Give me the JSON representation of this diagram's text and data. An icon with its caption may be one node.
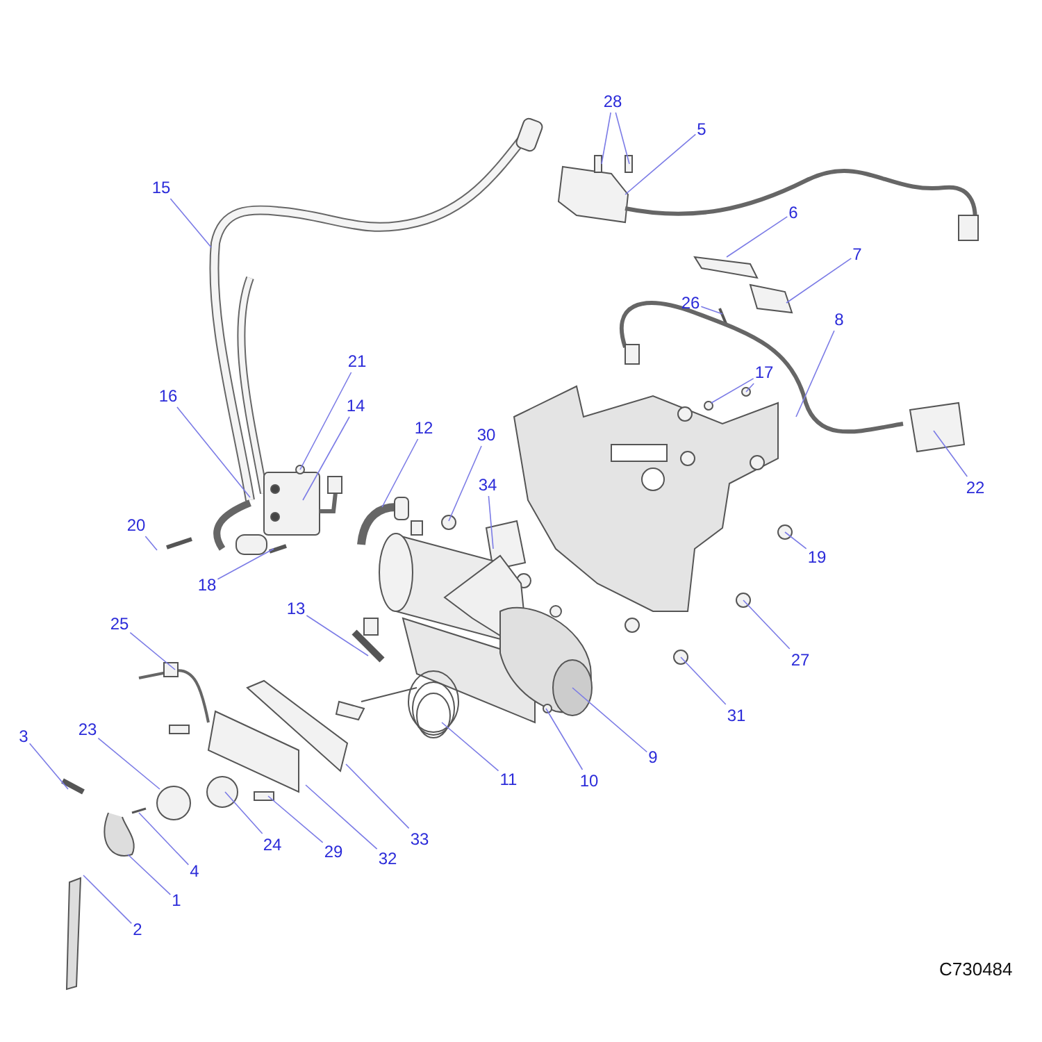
{
  "diagram": {
    "nodes": [
      {
        "text": [
          "28"
        ]
      },
      {
        "text": [
          "5"
        ]
      },
      {
        "text": [
          "15"
        ]
      },
      {
        "text": [
          "6"
        ]
      },
      {
        "text": [
          "7"
        ]
      },
      {
        "text": [
          "26"
        ]
      },
      {
        "text": [
          "8"
        ]
      },
      {
        "text": [
          "21"
        ]
      },
      {
        "text": [
          "17"
        ]
      },
      {
        "text": [
          "16"
        ]
      },
      {
        "text": [
          "14"
        ]
      },
      {
        "text": [
          "12"
        ]
      },
      {
        "text": [
          "30"
        ]
      },
      {
        "text": [
          "22"
        ]
      },
      {
        "text": [
          "34"
        ]
      },
      {
        "text": [
          "20"
        ]
      },
      {
        "text": [
          "19"
        ]
      },
      {
        "text": [
          "18"
        ]
      },
      {
        "text": [
          "13"
        ]
      },
      {
        "text": [
          "25"
        ]
      },
      {
        "text": [
          "27"
        ]
      },
      {
        "text": [
          "9"
        ]
      },
      {
        "text": [
          "31"
        ]
      },
      {
        "text": [
          "11"
        ]
      },
      {
        "text": [
          "10"
        ]
      },
      {
        "text": [
          "33"
        ]
      },
      {
        "text": [
          "32"
        ]
      },
      {
        "text": [
          "29"
        ]
      },
      {
        "text": [
          "23"
        ]
      },
      {
        "text": [
          "24"
        ]
      },
      {
        "text": [
          "3"
        ]
      },
      {
        "text": [
          "4"
        ]
      },
      {
        "text": [
          "1"
        ]
      },
      {
        "text": [
          "2"
        ]
      }
    ],
    "edges": [
      {
        "from": 0,
        "to": null,
        "arrow": "none"
      },
      {
        "from": 0,
        "to": null,
        "arrow": "none"
      },
      {
        "from": 1,
        "to": null,
        "arrow": "none"
      },
      {
        "from": 2,
        "to": null,
        "arrow": "none"
      },
      {
        "from": 3,
        "to": null,
        "arrow": "none"
      },
      {
        "from": 4,
        "to": null,
        "arrow": "none"
      },
      {
        "from": 5,
        "to": null,
        "arrow": "none"
      },
      {
        "from": 6,
        "to": null,
        "arrow": "none"
      },
      {
        "from": 7,
        "to": null,
        "arrow": "none"
      },
      {
        "from": 8,
        "to": null,
        "arrow": "none"
      },
      {
        "from": 8,
        "to": null,
        "arrow": "none"
      },
      {
        "from": 9,
        "to": null,
        "arrow": "none"
      },
      {
        "from": 10,
        "to": null,
        "arrow": "none"
      },
      {
        "from": 11,
        "to": null,
        "arrow": "none"
      },
      {
        "from": 12,
        "to": null,
        "arrow": "none"
      },
      {
        "from": 13,
        "to": null,
        "arrow": "none"
      },
      {
        "from": 14,
        "to": null,
        "arrow": "none"
      },
      {
        "from": 15,
        "to": null,
        "arrow": "none"
      },
      {
        "from": 16,
        "to": null,
        "arrow": "none"
      },
      {
        "from": 17,
        "to": null,
        "arrow": "none"
      },
      {
        "from": 18,
        "to": null,
        "arrow": "none"
      },
      {
        "from": 19,
        "to": null,
        "arrow": "none"
      },
      {
        "from": 20,
        "to": null,
        "arrow": "none"
      },
      {
        "from": 21,
        "to": null,
        "arrow": "none"
      },
      {
        "from": 22,
        "to": null,
        "arrow": "none"
      },
      {
        "from": 23,
        "to": null,
        "arrow": "none"
      },
      {
        "from": 24,
        "to": null,
        "arrow": "none"
      },
      {
        "from": 25,
        "to": null,
        "arrow": "none"
      },
      {
        "from": 26,
        "to": null,
        "arrow": "none"
      },
      {
        "from": 27,
        "to": null,
        "arrow": "none"
      },
      {
        "from": 28,
        "to": null,
        "arrow": "none"
      },
      {
        "from": 29,
        "to": null,
        "arrow": "none"
      },
      {
        "from": 30,
        "to": null,
        "arrow": "none"
      },
      {
        "from": 31,
        "to": null,
        "arrow": "none"
      },
      {
        "from": 32,
        "to": null,
        "arrow": "none"
      },
      {
        "from": 33,
        "to": null,
        "arrow": "none"
      }
    ],
    "labels": [
      "C730484"
    ]
  }
}
